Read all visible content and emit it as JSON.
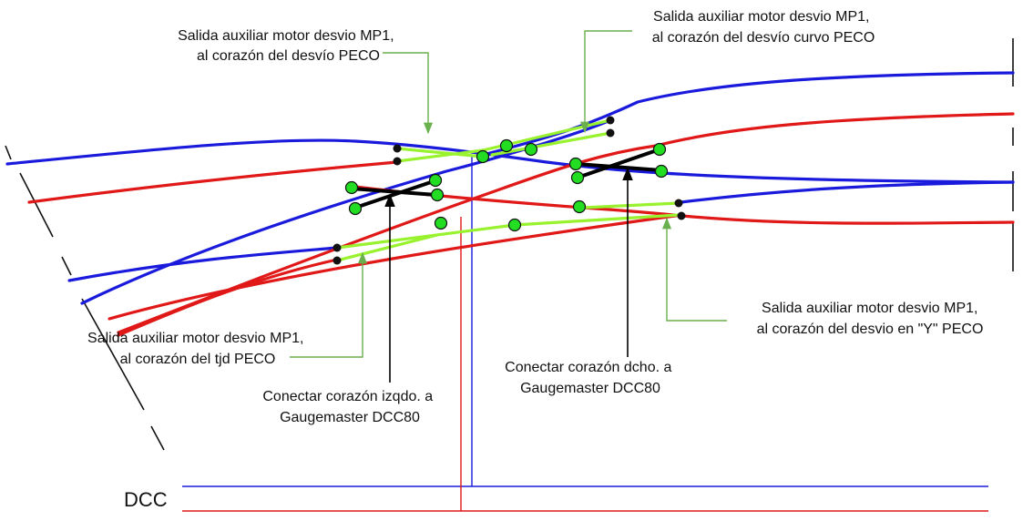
{
  "labels": {
    "mp1_peco_top": [
      "Salida auxiliar motor desvio MP1,",
      "al corazón del desvío PECO"
    ],
    "mp1_curvo": [
      "Salida auxiliar motor desvio MP1,",
      "al corazón del desvío curvo PECO"
    ],
    "mp1_y": [
      "Salida auxiliar motor desvio MP1,",
      "al corazón del desvio en \"Y\" PECO"
    ],
    "mp1_tjd": [
      "Salida auxiliar motor desvio MP1,",
      "al corazón del tjd PECO"
    ],
    "left_frog": [
      "Conectar corazón izqdo. a",
      "Gaugemaster DCC80"
    ],
    "right_frog": [
      "Conectar corazón dcho. a",
      "Gaugemaster DCC80"
    ],
    "dcc": "DCC"
  },
  "colors": {
    "rail_blue": "#1a1adc",
    "rail_red": "#e01818",
    "frog_green": "#99f22e",
    "dot_green": "#22dd22",
    "arrow_black": "#000000",
    "leader_green": "#6ab04c"
  }
}
